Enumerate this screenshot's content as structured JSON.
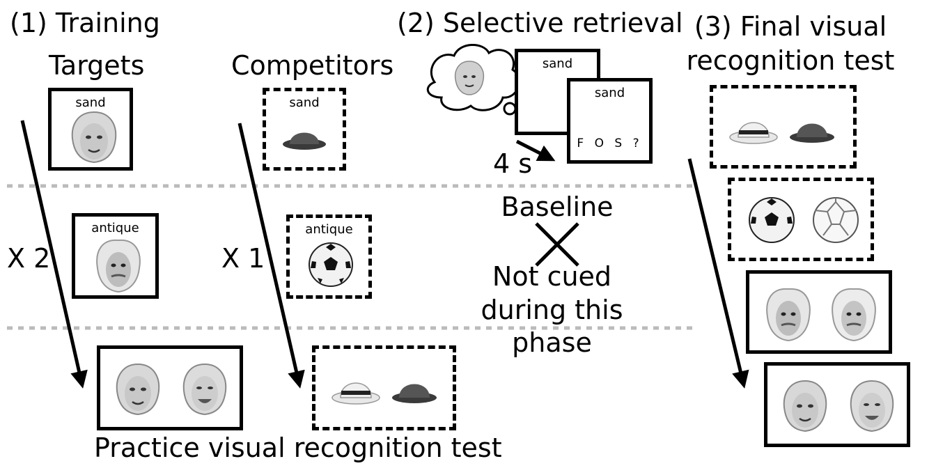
{
  "phases": {
    "training": "(1) Training",
    "selective_retrieval": "(2) Selective retrieval",
    "final_test": "(3) Final visual recognition test"
  },
  "columns": {
    "targets": "Targets",
    "competitors": "Competitors"
  },
  "repetitions": {
    "targets": "X 2",
    "competitors": "X 1"
  },
  "cues": {
    "first": "sand",
    "second": "antique"
  },
  "retrieval": {
    "fragment": "F O S ?",
    "duration": "4 s"
  },
  "baseline": {
    "label": "Baseline",
    "note": "Not cued during this phase"
  },
  "practice_test": "Practice visual recognition test"
}
